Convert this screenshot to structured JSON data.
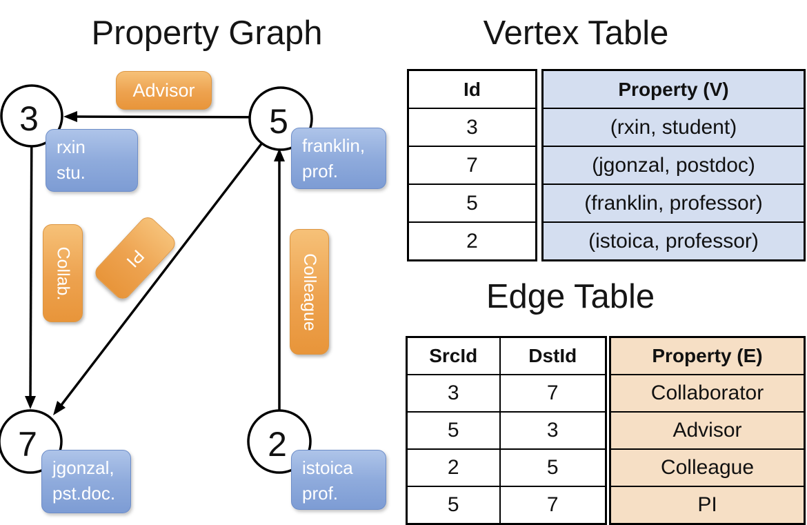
{
  "graph": {
    "title": "Property Graph",
    "nodes": [
      {
        "id": "3",
        "label_lines": [
          "rxin",
          "stu."
        ]
      },
      {
        "id": "5",
        "label_lines": [
          "franklin,",
          "prof."
        ]
      },
      {
        "id": "7",
        "label_lines": [
          "jgonzal,",
          "pst.doc."
        ]
      },
      {
        "id": "2",
        "label_lines": [
          "istoica",
          "prof."
        ]
      }
    ],
    "edges": [
      {
        "src": "5",
        "dst": "3",
        "label": "Advisor"
      },
      {
        "src": "3",
        "dst": "7",
        "label": "Collab."
      },
      {
        "src": "5",
        "dst": "7",
        "label": "PI"
      },
      {
        "src": "2",
        "dst": "5",
        "label": "Colleague"
      }
    ]
  },
  "vertex_table": {
    "title": "Vertex Table",
    "headers": {
      "id": "Id",
      "property": "Property (V)"
    },
    "rows": [
      {
        "id": "3",
        "property": "(rxin, student)"
      },
      {
        "id": "7",
        "property": "(jgonzal, postdoc)"
      },
      {
        "id": "5",
        "property": "(franklin, professor)"
      },
      {
        "id": "2",
        "property": "(istoica, professor)"
      }
    ]
  },
  "edge_table": {
    "title": "Edge Table",
    "headers": {
      "src": "SrcId",
      "dst": "DstId",
      "property": "Property (E)"
    },
    "rows": [
      {
        "src": "3",
        "dst": "7",
        "property": "Collaborator"
      },
      {
        "src": "5",
        "dst": "3",
        "property": "Advisor"
      },
      {
        "src": "2",
        "dst": "5",
        "property": "Colleague"
      },
      {
        "src": "5",
        "dst": "7",
        "property": "PI"
      }
    ]
  },
  "colors": {
    "edge_accent_orange": "#eda24f",
    "vertex_accent_blue": "#8fabdc",
    "vertex_cell_fill": "#d4def0",
    "edge_cell_fill": "#f6dfc5",
    "line_black": "#000000"
  }
}
